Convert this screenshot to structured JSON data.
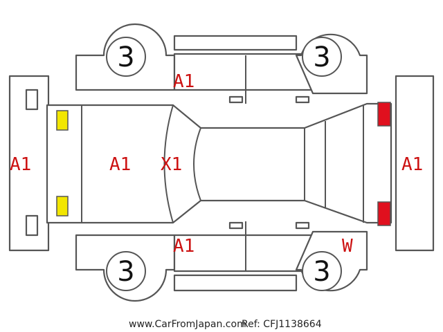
{
  "colors": {
    "outline": "#555555",
    "damage_mark": "#cc1111",
    "front_lamp": "#f2e600",
    "rear_lamp": "#e0101e"
  },
  "marks": {
    "front_bumper": "A1",
    "hood": "A1",
    "windshield": "X1",
    "left_fender": "A1",
    "right_fender": "A1",
    "rear_right_fender": "W",
    "rear_bumper": "A1"
  },
  "tires": {
    "front_left": "3",
    "rear_left": "3",
    "front_right": "3",
    "rear_right": "3"
  },
  "footer": {
    "site": "www.CarFromJapan.com",
    "ref": "Ref: CFJ1138664"
  }
}
